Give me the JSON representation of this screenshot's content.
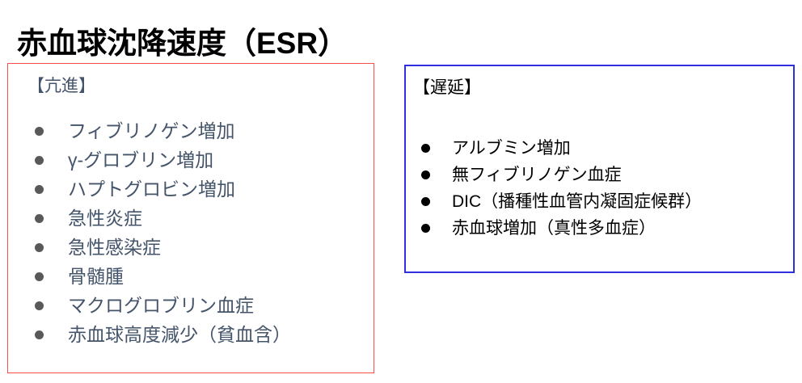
{
  "page": {
    "title": "赤血球沈降速度（ESR）",
    "background_color": "#ffffff"
  },
  "panels": [
    {
      "id": "accelerated",
      "heading": "【亢進】",
      "border_color": "#FF4D4D",
      "text_color": "#44546A",
      "bullet_color": "#595959",
      "items": [
        "フィブリノゲン増加",
        "γ-グロブリン増加",
        "ハプトグロビン増加",
        "急性炎症",
        "急性感染症",
        "骨髄腫",
        "マクログロブリン血症",
        "赤血球高度減少（貧血含）"
      ]
    },
    {
      "id": "delayed",
      "heading": "【遅延】",
      "border_color": "#2F2FE0",
      "text_color": "#000000",
      "bullet_color": "#000000",
      "items": [
        "アルブミン増加",
        "無フィブリノゲン血症",
        "DIC（播種性血管内凝固症候群）",
        "赤血球増加（真性多血症）"
      ]
    }
  ]
}
